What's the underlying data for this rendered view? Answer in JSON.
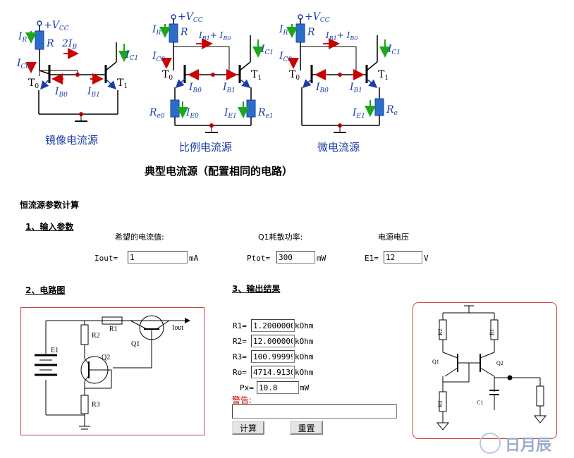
{
  "figures": {
    "mirror": {
      "caption": "镜像电流源",
      "labels": {
        "vcc": "+V",
        "vcc_sub": "CC",
        "ir": "I",
        "ir_sub": "R",
        "r": "R",
        "two_ib": "2I",
        "two_ib_sub": "B",
        "ic0": "I",
        "ic0_sub": "C0",
        "ic1": "I",
        "ic1_sub": "C1",
        "t0": "T",
        "t0_sub": "0",
        "t1": "T",
        "t1_sub": "1",
        "ib0": "I",
        "ib0_sub": "B0",
        "ib1": "I",
        "ib1_sub": "B1"
      }
    },
    "ratio": {
      "caption": "比例电流源",
      "labels": {
        "vcc": "+V",
        "vcc_sub": "CC",
        "ir": "I",
        "ir_sub": "R",
        "r": "R",
        "sum": "I",
        "sum_sub1": "B1",
        "sum_plus": "+ I",
        "sum_sub2": "B0",
        "ic0": "I",
        "ic0_sub": "C0",
        "ic1": "I",
        "ic1_sub": "C1",
        "t0": "T",
        "t0_sub": "0",
        "t1": "T",
        "t1_sub": "1",
        "ib0": "I",
        "ib0_sub": "B0",
        "ib1": "I",
        "ib1_sub": "B1",
        "re0": "R",
        "re0_sub": "e0",
        "ie0": "I",
        "ie0_sub": "E0",
        "ie1": "I",
        "ie1_sub": "E1",
        "re1": "R",
        "re1_sub": "e1"
      }
    },
    "micro": {
      "caption": "微电流源",
      "labels": {
        "vcc": "+V",
        "vcc_sub": "CC",
        "ir": "I",
        "ir_sub": "R",
        "r": "R",
        "sum": "I",
        "sum_sub1": "B1",
        "sum_plus": "+ I",
        "sum_sub2": "B0",
        "ic0": "I",
        "ic0_sub": "C0",
        "ic1": "I",
        "ic1_sub": "C1",
        "t0": "T",
        "t0_sub": "0",
        "t1": "T",
        "t1_sub": "1",
        "ib0": "I",
        "ib0_sub": "B0",
        "ib1": "I",
        "ib1_sub": "B1",
        "ie1": "I",
        "ie1_sub": "E1",
        "re": "R",
        "re_sub": "e"
      }
    },
    "main_caption": "典型电流源（配置相同的电路）"
  },
  "calc": {
    "title": "恒流源参数计算",
    "input_section": "1、输入参数",
    "desired_current_label": "希望的电流值:",
    "q1_power_label": "Q1耗散功率:",
    "supply_label": "电源电压",
    "iout_label": "Iout=",
    "iout_value": "1",
    "iout_unit": "mA",
    "ptot_label": "Ptot=",
    "ptot_value": "300",
    "ptot_unit": "mW",
    "e1_label": "E1=",
    "e1_value": "12",
    "e1_unit": "V"
  },
  "circuit": {
    "section": "2、电路图",
    "labels": {
      "r1": "R1",
      "r2": "R2",
      "r3": "R3",
      "q1": "Q1",
      "q2": "Q2",
      "e1": "E1",
      "iout": "Iout"
    }
  },
  "output": {
    "section": "3、输出结果",
    "rows": [
      {
        "label": "R1=",
        "value": "1.2000000",
        "unit": "kOhm"
      },
      {
        "label": "R2=",
        "value": "12.000000",
        "unit": "kOhm"
      },
      {
        "label": "R3=",
        "value": "100.99999",
        "unit": "kOhm"
      },
      {
        "label": "Ro=",
        "value": "4714.9130",
        "unit": "kOhm"
      }
    ],
    "px_label": "Px=",
    "px_value": "10.8",
    "px_unit": "mW",
    "warning_label": "警告:",
    "warning_value": "",
    "calc_button": "计算",
    "reset_button": "重置"
  },
  "right_circuit": {
    "labels": {
      "r2": "R2",
      "r1": "R1",
      "r3": "R3",
      "q1": "Q1",
      "q2": "Q2",
      "c1": "C1"
    }
  },
  "watermark": {
    "text": "日月辰"
  }
}
